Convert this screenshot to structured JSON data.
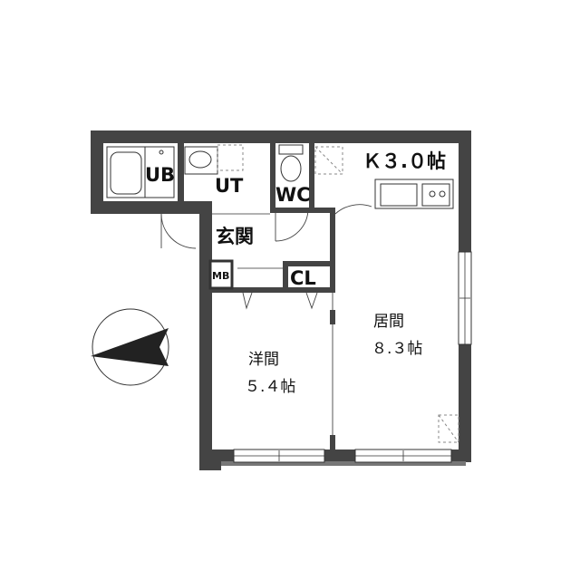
{
  "floorplan": {
    "rooms": {
      "ub": "UB",
      "ut": "UT",
      "wc": "WC",
      "kitchen": "Ｋ３.０帖",
      "entrance": "玄関",
      "mb": "MB",
      "cl": "CL",
      "living_name": "居間",
      "living_size": "８.３帖",
      "western_name": "洋間",
      "western_size": "５.４帖"
    },
    "colors": {
      "wall": "#444444",
      "line": "#333333",
      "dash": "#888888",
      "text": "#111111"
    },
    "icons": [
      "bathtub-icon",
      "washbasin-icon",
      "toilet-icon",
      "kitchen-sink-icon",
      "north-arrow-icon"
    ]
  }
}
